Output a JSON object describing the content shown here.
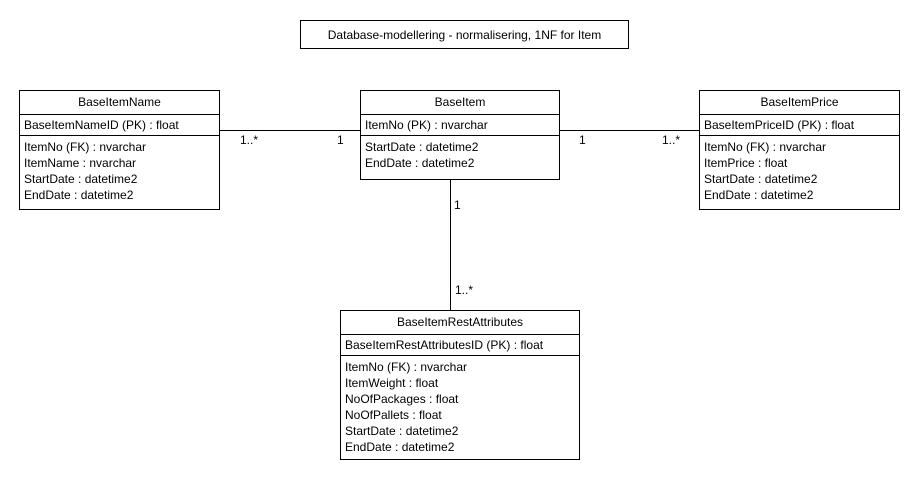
{
  "title": "Database-modellering - normalisering, 1NF for Item",
  "entities": {
    "base_item_name": {
      "name": "BaseItemName",
      "pk": "BaseItemNameID (PK) : float",
      "attributes": [
        "ItemNo (FK) : nvarchar",
        "ItemName : nvarchar",
        "StartDate : datetime2",
        "EndDate : datetime2"
      ]
    },
    "base_item": {
      "name": "BaseItem",
      "pk": "ItemNo (PK) : nvarchar",
      "attributes": [
        "StartDate : datetime2",
        "EndDate : datetime2"
      ]
    },
    "base_item_price": {
      "name": "BaseItemPrice",
      "pk": "BaseItemPriceID (PK) : float",
      "attributes": [
        "ItemNo (FK) : nvarchar",
        "ItemPrice : float",
        "StartDate : datetime2",
        "EndDate : datetime2"
      ]
    },
    "base_item_rest": {
      "name": "BaseItemRestAttributes",
      "pk": "BaseItemRestAttributesID (PK) : float",
      "attributes": [
        "ItemNo (FK) : nvarchar",
        "ItemWeight : float",
        "NoOfPackages : float",
        "NoOfPallets : float",
        "StartDate : datetime2",
        "EndDate : datetime2"
      ]
    }
  },
  "relations": {
    "name_item": {
      "many": "1..*",
      "one": "1"
    },
    "item_price": {
      "one": "1",
      "many": "1..*"
    },
    "item_rest": {
      "one": "1",
      "many": "1..*"
    }
  }
}
